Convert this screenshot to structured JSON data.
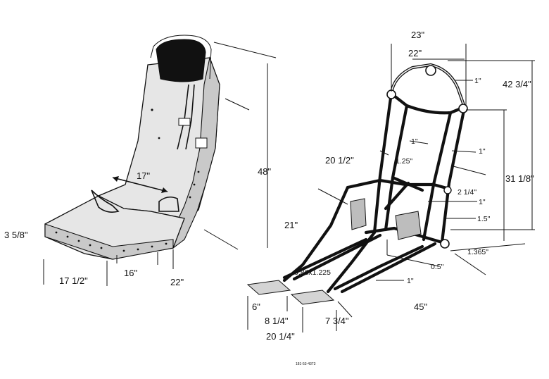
{
  "seat": {
    "dims": {
      "height": "48\"",
      "width_inner": "17\"",
      "front_height": "3 5/8\"",
      "depth": "17 1/2\"",
      "base_width": "16\"",
      "side_depth": "22\""
    }
  },
  "frame": {
    "dims": {
      "top_width_outer": "23\"",
      "top_width_inner": "22\"",
      "top_tube_1": "1\"",
      "upper_height": "42 3/4\"",
      "side_tube_a": "1\"",
      "side_tube_b": "1\"",
      "rail_length": "20 1/2\"",
      "rail_tube": "1.25\"",
      "cross_tube": "2 1/4\"",
      "cross_tube_small": "1\"",
      "lower_height": "31 1/8\"",
      "strut_dia": "1.5\"",
      "leg_length": "21\"",
      "bracket": "0.86x1.225",
      "pivot": "1.365\"",
      "pin": "0.5\"",
      "base_tube": "1\"",
      "base_length": "45\"",
      "foot_height": "6\"",
      "foot_width": "8 1/4\"",
      "foot_depth": "7 3/4\"",
      "foot_spacing": "20 1/4\""
    }
  },
  "reference": "181-53-4373"
}
